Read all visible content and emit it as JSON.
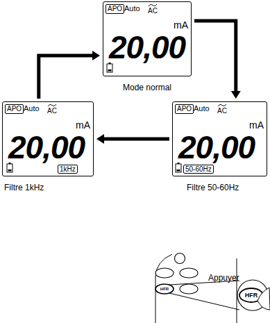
{
  "diagram": {
    "nodes": [
      {
        "text": [
          "Auto",
          "AC",
          "mA",
          "20,00",
          "Mode normal"
        ]
      },
      {
        "text": [
          "APO"
        ],
        "in": 0
      },
      {
        "text": [
          "Auto",
          "AC",
          "mA",
          "20,00",
          "Filtre 50-60Hz"
        ]
      },
      {
        "text": [
          "APO"
        ],
        "in": 2
      },
      {
        "text": [
          "50-60Hz"
        ],
        "in": 2
      },
      {
        "text": [
          "Auto",
          "AC",
          "mA",
          "20,00",
          "Filtre 1kHz"
        ]
      },
      {
        "text": [
          "APO"
        ],
        "in": 5
      },
      {
        "text": [
          "1kHz"
        ],
        "in": 5
      }
    ],
    "edges": [
      {
        "from": 0,
        "to": 2,
        "arrow": "to"
      },
      {
        "from": 2,
        "to": 5,
        "arrow": "to"
      },
      {
        "from": 5,
        "to": 0,
        "arrow": "to"
      }
    ],
    "labels": [
      "HFR",
      "HFR",
      "Appuyer"
    ]
  }
}
